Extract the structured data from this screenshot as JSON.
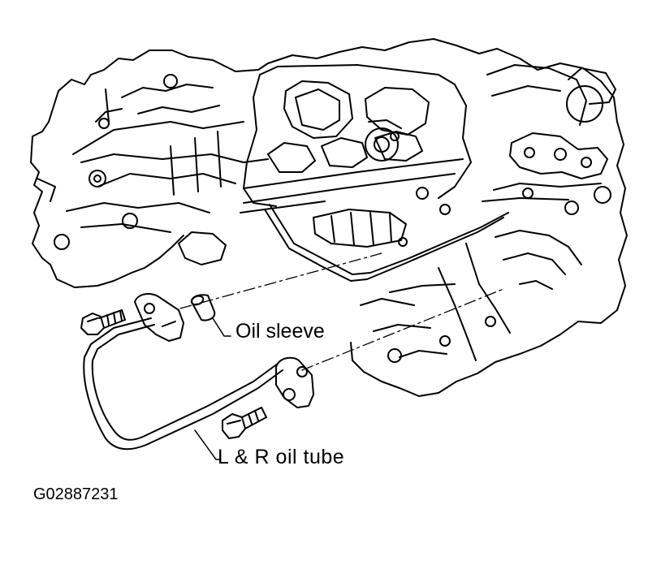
{
  "labels": {
    "oil_sleeve": "Oil sleeve",
    "oil_tube": "L & R oil tube"
  },
  "figure_code": "G02887231",
  "colors": {
    "line": "#000000",
    "background": "#ffffff"
  }
}
